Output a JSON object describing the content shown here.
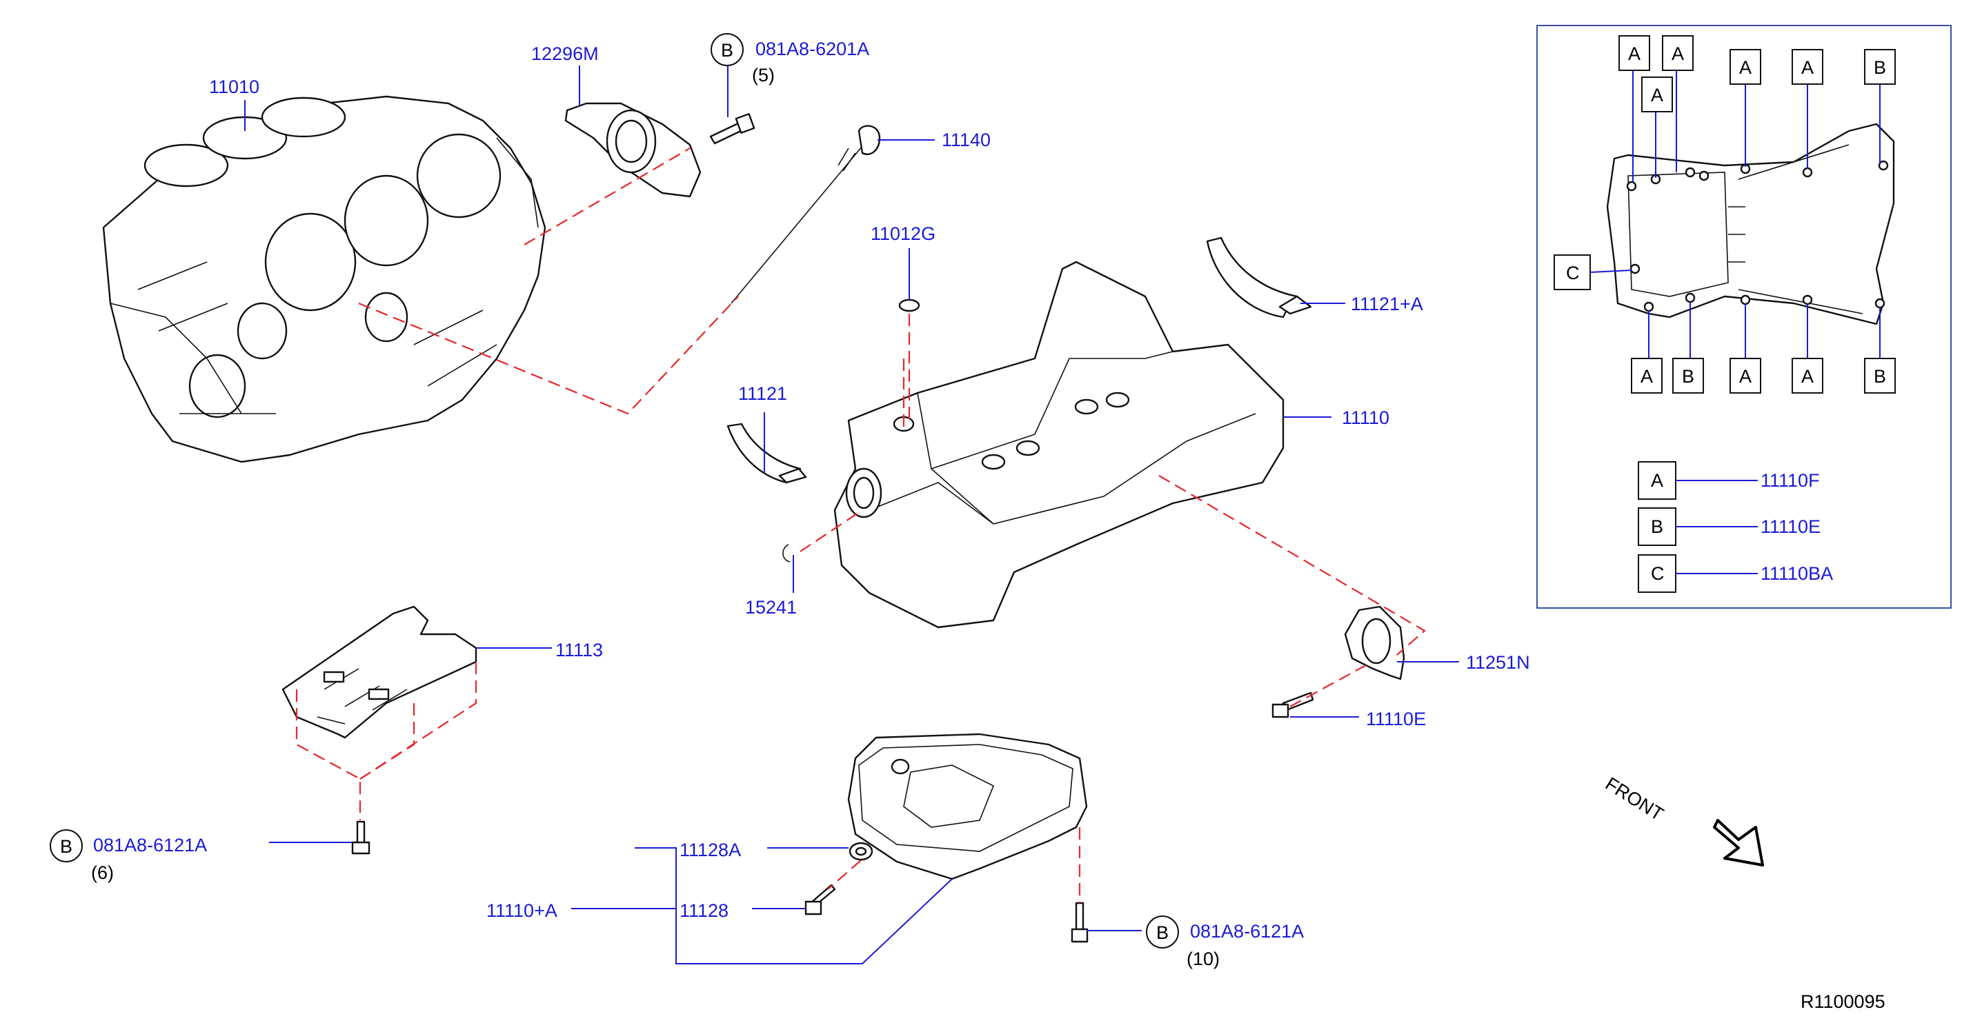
{
  "diagram_id": "R1100095",
  "front_label": "FRONT",
  "parts": {
    "p11010": "11010",
    "p12296M": "12296M",
    "pB_top": "081A8-6201A",
    "pB_top_qty": "(5)",
    "p11140": "11140",
    "p11012G": "11012G",
    "p11121_A": "11121+A",
    "p11121": "11121",
    "p11110": "11110",
    "p15241": "15241",
    "p11113": "11113",
    "p11251N": "11251N",
    "p11110E": "11110E",
    "pB_left": "081A8-6121A",
    "pB_left_qty": "(6)",
    "p11128A": "11128A",
    "p11110_A": "11110+A",
    "p11128": "11128",
    "pB_bottom": "081A8-6121A",
    "pB_bottom_qty": "(10)"
  },
  "callout_letters": {
    "A": "A",
    "B": "B",
    "C": "C"
  },
  "inset_legend": [
    {
      "letter": "A",
      "part": "11110F"
    },
    {
      "letter": "B",
      "part": "11110E"
    },
    {
      "letter": "C",
      "part": "11110BA"
    }
  ]
}
